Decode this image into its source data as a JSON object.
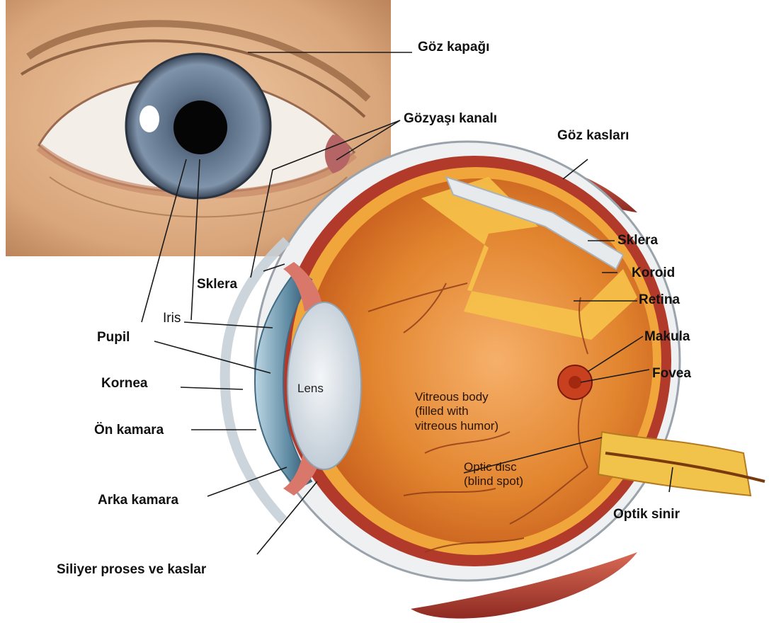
{
  "labels": {
    "goz_kapagi": "Göz kapağı",
    "gozyasi_kanali": "Gözyaşı kanalı",
    "goz_kaslari": "Göz kasları",
    "sklera_right": "Sklera",
    "koroid": "Koroid",
    "retina": "Retina",
    "makula": "Makula",
    "fovea": "Fovea",
    "optik_sinir": "Optik sinir",
    "sklera_left": "Sklera",
    "iris": "Iris",
    "pupil": "Pupil",
    "kornea": "Kornea",
    "on_kamara": "Ön kamara",
    "arka_kamara": "Arka kamara",
    "siliyer": "Siliyer proses ve kaslar",
    "lens": "Lens",
    "vitreous": [
      "Vitreous body",
      "(filled with",
      "vitreous humor)"
    ],
    "optic_disc": [
      "Optic disc",
      "(blind spot)"
    ]
  },
  "colors": {
    "skin": "#e6b98f",
    "iris": "#6f8298",
    "sclera_white": "#f3eee8",
    "eyeball_interior": "#e07a25",
    "choroid": "#c1392b",
    "retina_yellow": "#f4b83a",
    "muscle": "#b8443a",
    "lens": "#dfe6ec",
    "cornea": "#7da2b8"
  }
}
